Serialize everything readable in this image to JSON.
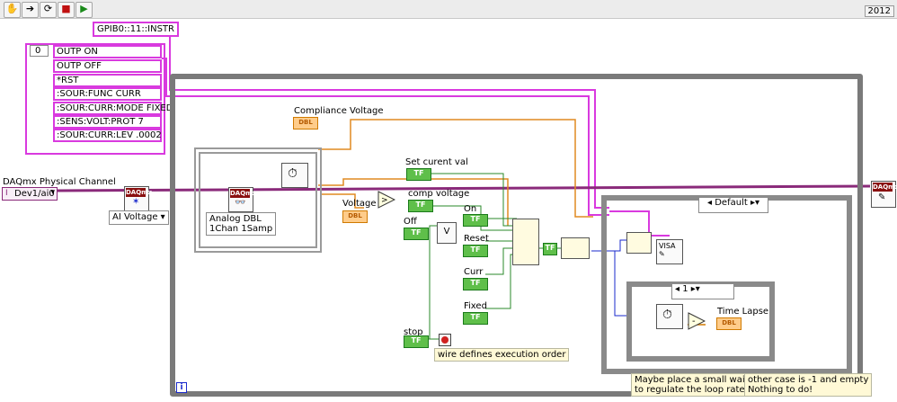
{
  "toolbar": {
    "buttons": [
      "hand-tool-icon",
      "run-icon",
      "run-continuous-icon",
      "abort-icon",
      "labview-icon"
    ],
    "version": "2012"
  },
  "diagram": {
    "visa_resource": "GPIB0::11::INSTR",
    "index_value": "0",
    "string_array": [
      "OUTP ON",
      "OUTP OFF",
      "*RST",
      ":SOUR:FUNC CURR",
      ":SOUR:CURR:MODE FIXED",
      ":SENS:VOLT:PROT 7",
      ":SOUR:CURR:LEV .0002"
    ],
    "daqmx_channel_label": "DAQmx Physical Channel",
    "daqmx_channel_value": "Dev1/ai0",
    "ai_voltage": "AI Voltage",
    "analog_ring_line1": "Analog DBL",
    "analog_ring_line2": "1Chan 1Samp",
    "compliance_voltage": "Compliance Voltage",
    "voltage": "Voltage",
    "set_current_val": "Set curent val",
    "comp_voltage": "comp voltage",
    "off": "Off",
    "on": "On",
    "reset": "Reset",
    "curr": "Curr",
    "fixed": "Fixed",
    "stop": "stop",
    "wire_note": "wire defines execution order",
    "case_default": "Default",
    "case_inner": "1",
    "time_lapse": "Time Lapse",
    "comment1_line1": "Maybe place a small wait here",
    "comment1_line2": "to regulate the loop rate",
    "comment2_line1": "other case is -1 and empty",
    "comment2_line2": "Nothing to do!",
    "loop_info": "i",
    "type_dbl": "DBL",
    "type_tf": "TF",
    "daqmx_tag": "DAQmx"
  }
}
